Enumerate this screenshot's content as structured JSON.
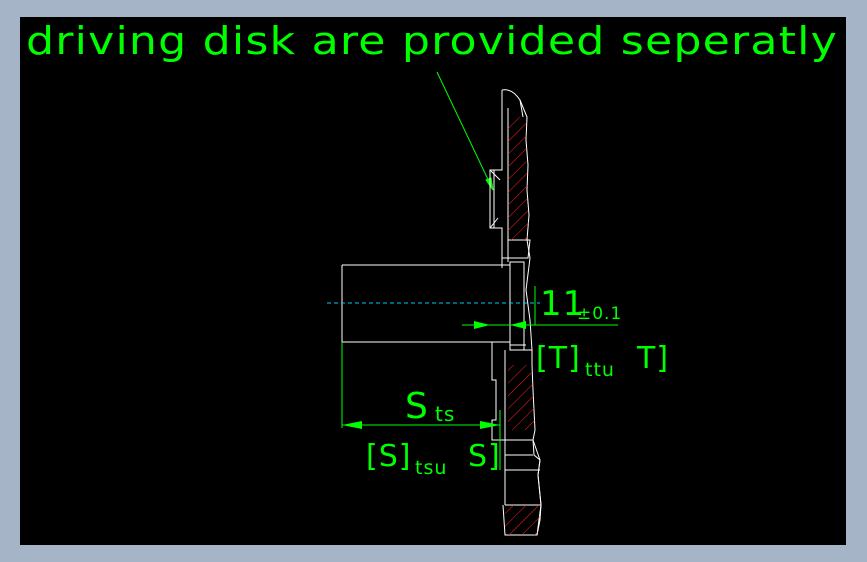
{
  "colors": {
    "frame": "#a5b4c6",
    "background": "#000000",
    "annotation": "#00ff00",
    "geometry": "#ffffff",
    "centerline": "#00c8ff",
    "hatch": "#ff2020"
  },
  "note": {
    "text": "driving disk are provided seperatly"
  },
  "dimensions": {
    "width_value": "11",
    "width_tolerance": "±0.1",
    "width_sub_open": "[T]",
    "width_sub_index": "ttu",
    "width_sub_close": "T]",
    "stroke_main": "S",
    "stroke_main_index": "ts",
    "stroke_sub_open": "[S]",
    "stroke_sub_index": "tsu",
    "stroke_sub_close": "S]"
  }
}
